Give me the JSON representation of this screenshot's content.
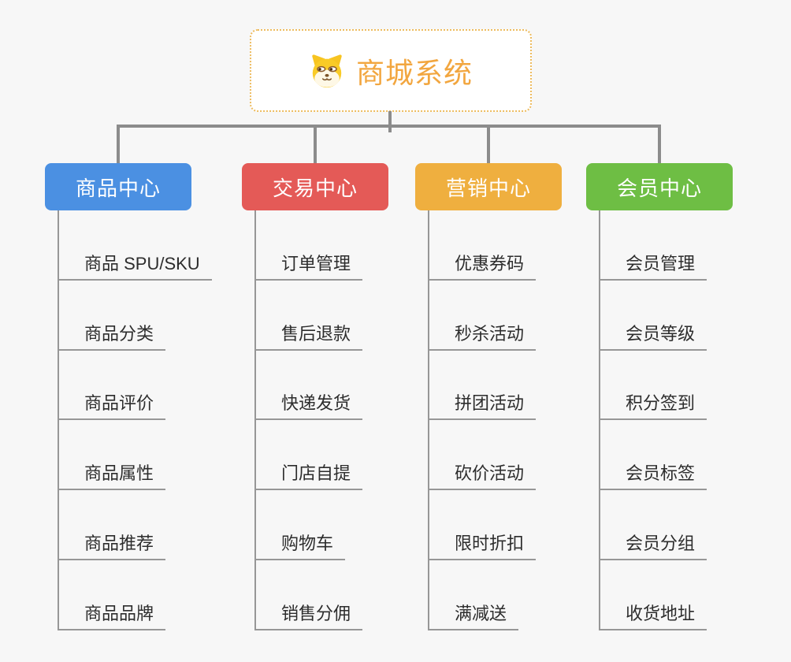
{
  "root": {
    "title": "商城系统",
    "icon": "shiba-dog-icon"
  },
  "branches": [
    {
      "label": "商品中心",
      "color": "#4B90E2",
      "children": [
        "商品 SPU/SKU",
        "商品分类",
        "商品评价",
        "商品属性",
        "商品推荐",
        "商品品牌"
      ]
    },
    {
      "label": "交易中心",
      "color": "#E45A57",
      "children": [
        "订单管理",
        "售后退款",
        "快递发货",
        "门店自提",
        "购物车",
        "销售分佣"
      ]
    },
    {
      "label": "营销中心",
      "color": "#EFAF3F",
      "children": [
        "优惠券码",
        "秒杀活动",
        "拼团活动",
        "砍价活动",
        "限时折扣",
        "满减送"
      ]
    },
    {
      "label": "会员中心",
      "color": "#6EBE44",
      "children": [
        "会员管理",
        "会员等级",
        "积分签到",
        "会员标签",
        "会员分组",
        "收货地址"
      ]
    }
  ],
  "colors": {
    "background": "#F7F7F7",
    "connector": "#8C8C8C",
    "child_line": "#979797",
    "child_text": "#2D2D2D",
    "root_border": "#EDBB5E",
    "root_text": "#F2A63F",
    "node_text": "#FFFFFF"
  }
}
